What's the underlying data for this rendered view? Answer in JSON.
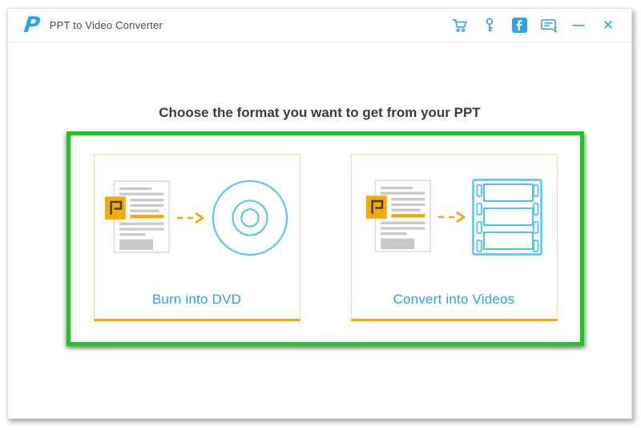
{
  "window": {
    "title": "PPT to Video Converter",
    "titlebar_icons": [
      "cart-icon",
      "key-icon",
      "facebook-icon",
      "feedback-icon"
    ],
    "controls": {
      "minimize": "—",
      "close": "✕"
    }
  },
  "main": {
    "heading": "Choose the format you want to get from your PPT",
    "options": [
      {
        "label": "Burn into DVD",
        "icon": "dvd-disc-icon"
      },
      {
        "label": "Convert into Videos",
        "icon": "film-strip-icon"
      }
    ]
  },
  "colors": {
    "accent_blue": "#2aa4e8",
    "light_icon_blue": "#4ec4f5",
    "accent_orange": "#f5a800",
    "annotation_green": "#1ec71e"
  }
}
